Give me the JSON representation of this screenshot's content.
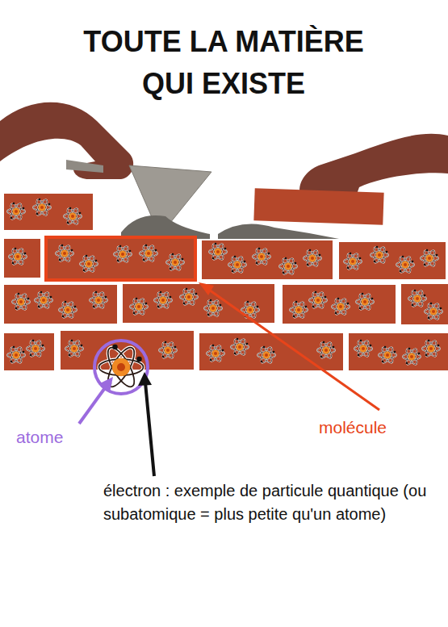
{
  "diagram": {
    "title": "TOUTE LA MATIÈRE QUI EXISTE",
    "labels": [
      "atome",
      "molécule",
      "électron : exemple de particule quantique (ou subatomique = plus petite qu'un atome)"
    ]
  }
}
